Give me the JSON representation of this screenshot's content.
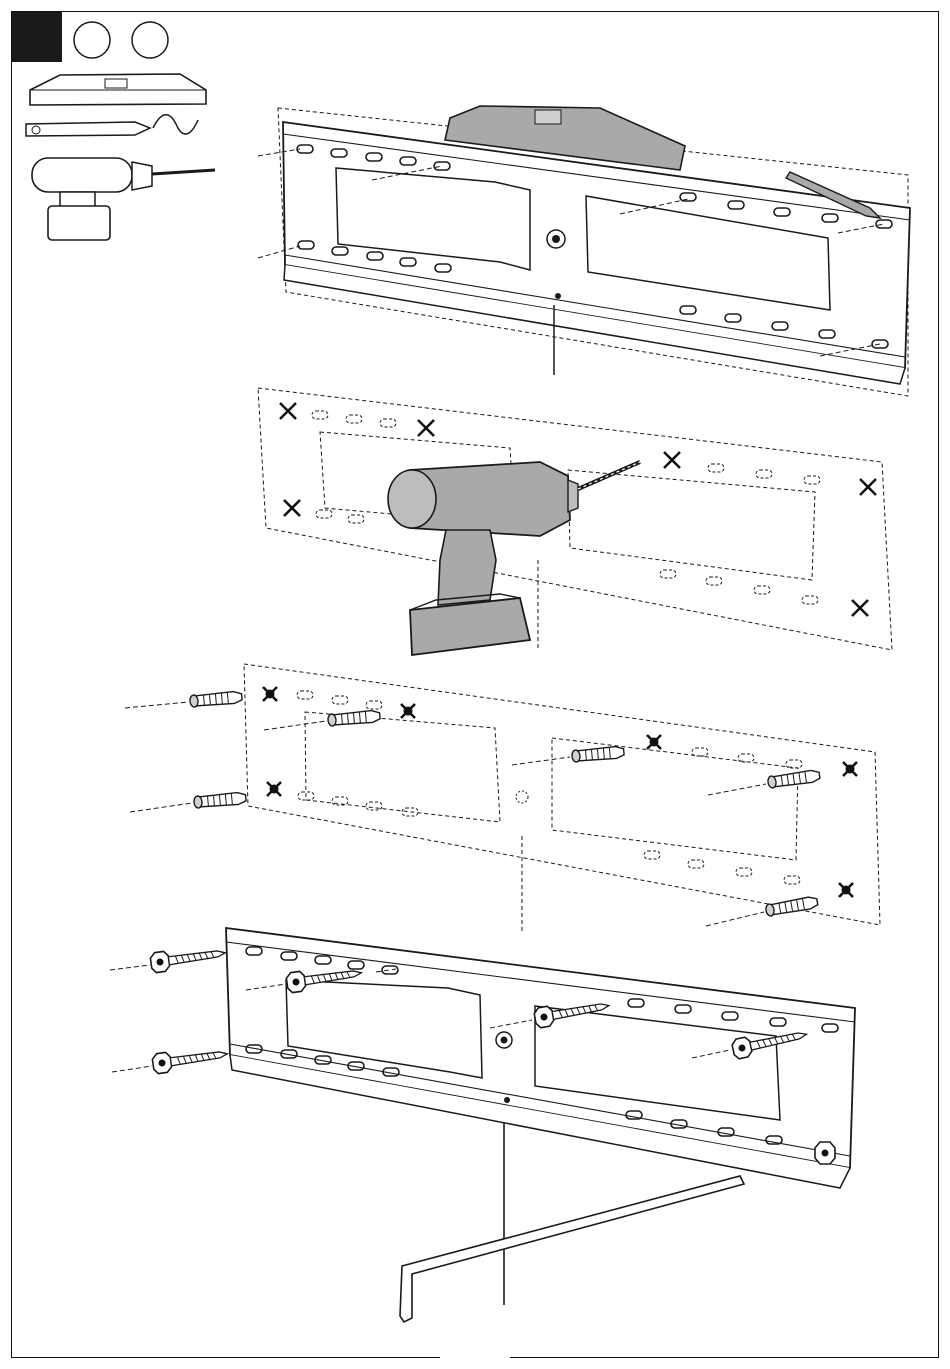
{
  "header": {
    "step_box": "",
    "circle_1": "",
    "circle_2": ""
  },
  "tools": [
    "level",
    "pencil",
    "drill"
  ],
  "colors": {
    "line": "#1a1a1a",
    "tool_fill": "#a9a9a9",
    "background": "#ffffff"
  },
  "footer": {
    "page_number": ""
  }
}
